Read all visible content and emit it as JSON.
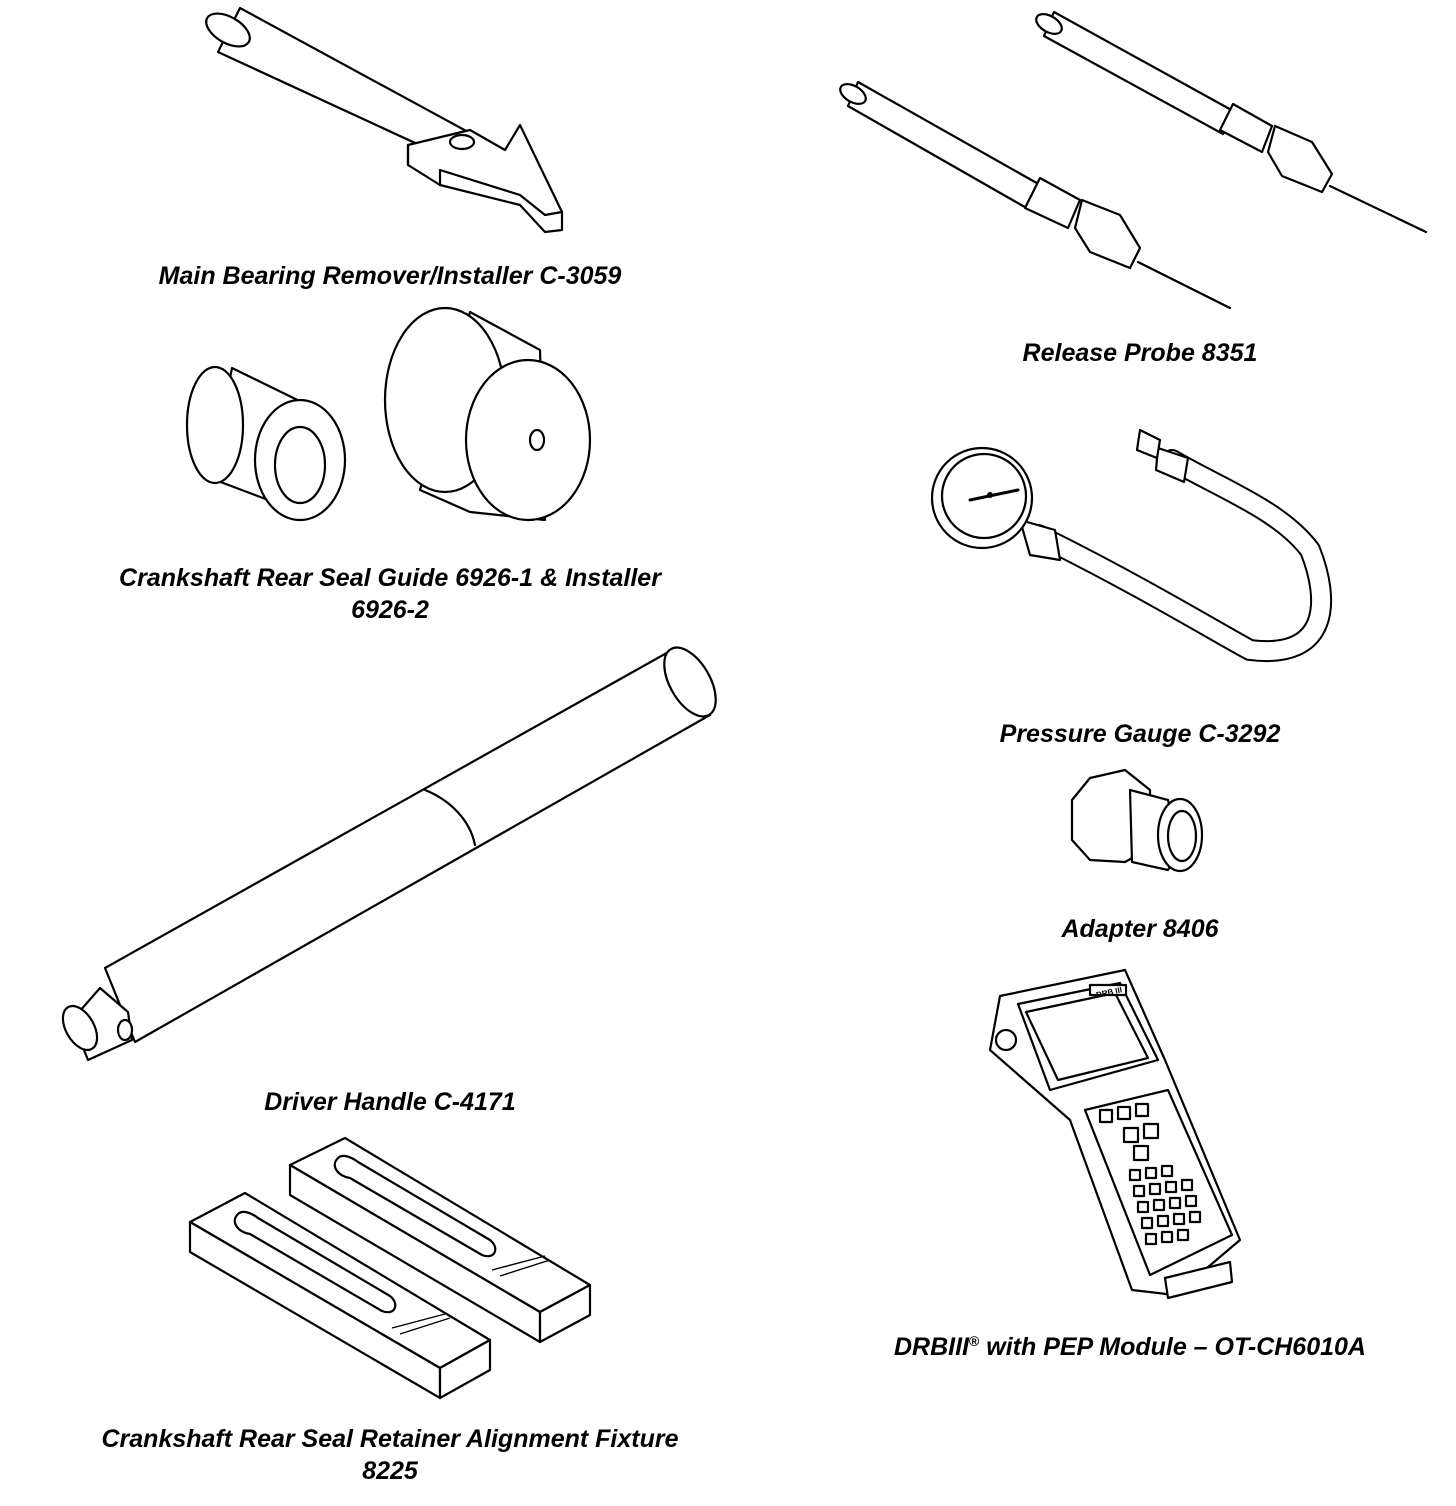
{
  "tools": {
    "main_bearing": {
      "label": "Main Bearing Remover/Installer C-3059"
    },
    "release_probe": {
      "label": "Release Probe 8351"
    },
    "seal_guide": {
      "label_line1": "Crankshaft Rear Seal Guide 6926-1 & Installer",
      "label_line2": "6926-2"
    },
    "pressure_gauge": {
      "label": "Pressure Gauge C-3292"
    },
    "adapter": {
      "label": "Adapter 8406"
    },
    "driver_handle": {
      "label": "Driver Handle C-4171"
    },
    "drbiii": {
      "label_prefix": "DRBIII",
      "label_mark": "®",
      "label_suffix": " with PEP Module – OT-CH6010A",
      "screen_brand": "DRB III"
    },
    "alignment_fixture": {
      "label_line1": "Crankshaft Rear Seal Retainer Alignment Fixture",
      "label_line2": "8225"
    }
  }
}
